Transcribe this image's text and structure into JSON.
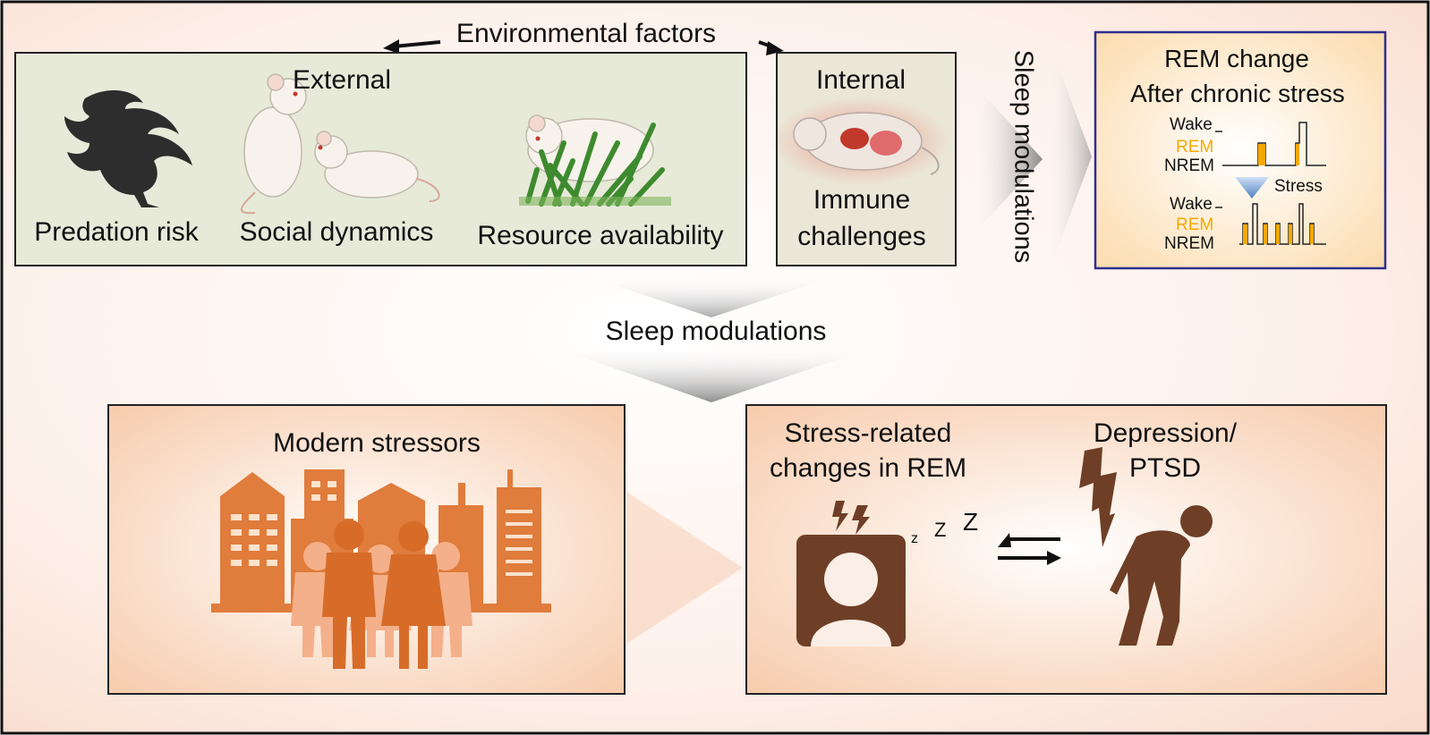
{
  "title": "Environmental factors",
  "external": {
    "heading": "External",
    "items": [
      "Predation risk",
      "Social dynamics",
      "Resource availability"
    ]
  },
  "internal": {
    "heading": "Internal",
    "item_line1": "Immune",
    "item_line2": "challenges"
  },
  "sleep_modulations_vertical": "Sleep modulations",
  "sleep_modulations_center": "Sleep modulations",
  "rem_panel": {
    "title_line1": "REM change",
    "title_line2": "After chronic stress",
    "states": [
      "Wake",
      "REM",
      "NREM"
    ],
    "stress_label": "Stress",
    "colors": {
      "rem": "#f5a800",
      "border": "#2c2f8f"
    }
  },
  "modern_stressors": {
    "heading": "Modern stressors"
  },
  "stress_panel": {
    "left_line1": "Stress-related",
    "left_line2": "changes in REM",
    "right_line1": "Depression/",
    "right_line2": "PTSD",
    "z_letters": [
      "z",
      "Z",
      "Z"
    ]
  }
}
